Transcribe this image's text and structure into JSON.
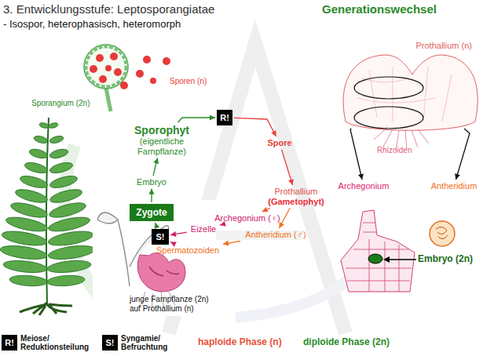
{
  "diagram": {
    "title": "3. Entwicklungsstufe: Leptosporangiatae",
    "nodes": [
      {
        "text": [
          "Sporophyt",
          "(eigentliche Farnpflanze)"
        ]
      },
      {
        "text": [
          "R!"
        ]
      },
      {
        "text": [
          "Spore"
        ]
      },
      {
        "text": [
          "Prothallium",
          "(Gametophyt)"
        ]
      },
      {
        "text": [
          "Archegonium (♀)"
        ]
      },
      {
        "text": [
          "Antheridium (♂)"
        ]
      },
      {
        "text": [
          "Eizelle"
        ]
      },
      {
        "text": [
          "Spermatozoiden"
        ]
      },
      {
        "text": [
          "S!"
        ]
      },
      {
        "text": [
          "Zygote"
        ]
      },
      {
        "text": [
          "Embryo"
        ]
      },
      {
        "text": [
          "Prothallium (n)"
        ]
      },
      {
        "text": [
          "Archegonium"
        ]
      },
      {
        "text": [
          "Antheridium"
        ]
      },
      {
        "text": [
          "R!",
          "Meiose/ Reduktionsteilung"
        ]
      },
      {
        "text": [
          "S!",
          "Syngamie/ Befruchtung"
        ]
      }
    ],
    "edges": [
      {
        "from": 0,
        "to": 1,
        "arrow": "to"
      },
      {
        "from": 1,
        "to": 2,
        "arrow": "to"
      },
      {
        "from": 2,
        "to": 3,
        "arrow": "to"
      },
      {
        "from": 3,
        "to": 4,
        "arrow": "to"
      },
      {
        "from": 3,
        "to": 5,
        "arrow": "to"
      },
      {
        "from": 4,
        "to": 6,
        "arrow": "to"
      },
      {
        "from": 5,
        "to": 7,
        "arrow": "to"
      },
      {
        "from": 7,
        "to": 8,
        "arrow": "to"
      },
      {
        "from": 6,
        "to": 8,
        "arrow": "to"
      },
      {
        "from": 8,
        "to": 9,
        "arrow": "to"
      },
      {
        "from": 9,
        "to": 10,
        "arrow": "to"
      },
      {
        "from": 10,
        "to": 0,
        "arrow": "to"
      },
      {
        "from": 11,
        "to": 12,
        "arrow": "to"
      },
      {
        "from": 11,
        "to": 13,
        "arrow": "to"
      }
    ],
    "labels": [
      "Generationswechsel",
      "- Isospor, heterophasisch, heteromorph",
      "Sporangium (2n)",
      "Sporen (n)",
      "Rhizoiden",
      "Embryo (2n)",
      "junge Farnpflanze (2n) auf Prothallium (n)"
    ],
    "legend": [
      {
        "text": "haploide Phase (n)",
        "color": "#e8503a"
      },
      {
        "text": "diploide Phase (2n)",
        "color": "#2a8a2a"
      }
    ]
  }
}
